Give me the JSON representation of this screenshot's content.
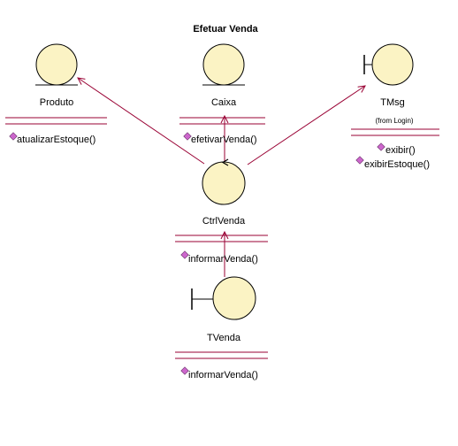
{
  "title": "Efetuar Venda",
  "colors": {
    "object_fill": "#fbf3c4",
    "object_stroke": "#000000",
    "link": "#990033",
    "operation_icon": "#cc66cc"
  },
  "objects": {
    "produto": {
      "name": "Produto",
      "stereotype": "entity",
      "operations": [
        "atualizarEstoque()"
      ]
    },
    "caixa": {
      "name": "Caixa",
      "stereotype": "entity",
      "operations": [
        "efetivarVenda()"
      ]
    },
    "tmsg": {
      "name": "TMsg",
      "stereotype": "boundary",
      "package_note": "(from Login)",
      "operations": [
        "exibir()",
        "exibirEstoque()"
      ]
    },
    "ctrlvenda": {
      "name": "CtrlVenda",
      "stereotype": "control",
      "operations": [
        "informarVenda()"
      ]
    },
    "tvenda": {
      "name": "TVenda",
      "stereotype": "boundary",
      "operations": [
        "informarVenda()"
      ]
    }
  },
  "links": [
    {
      "from": "ctrlvenda",
      "to": "produto"
    },
    {
      "from": "ctrlvenda",
      "to": "caixa"
    },
    {
      "from": "ctrlvenda",
      "to": "tmsg"
    },
    {
      "from": "tvenda",
      "to": "ctrlvenda"
    }
  ]
}
